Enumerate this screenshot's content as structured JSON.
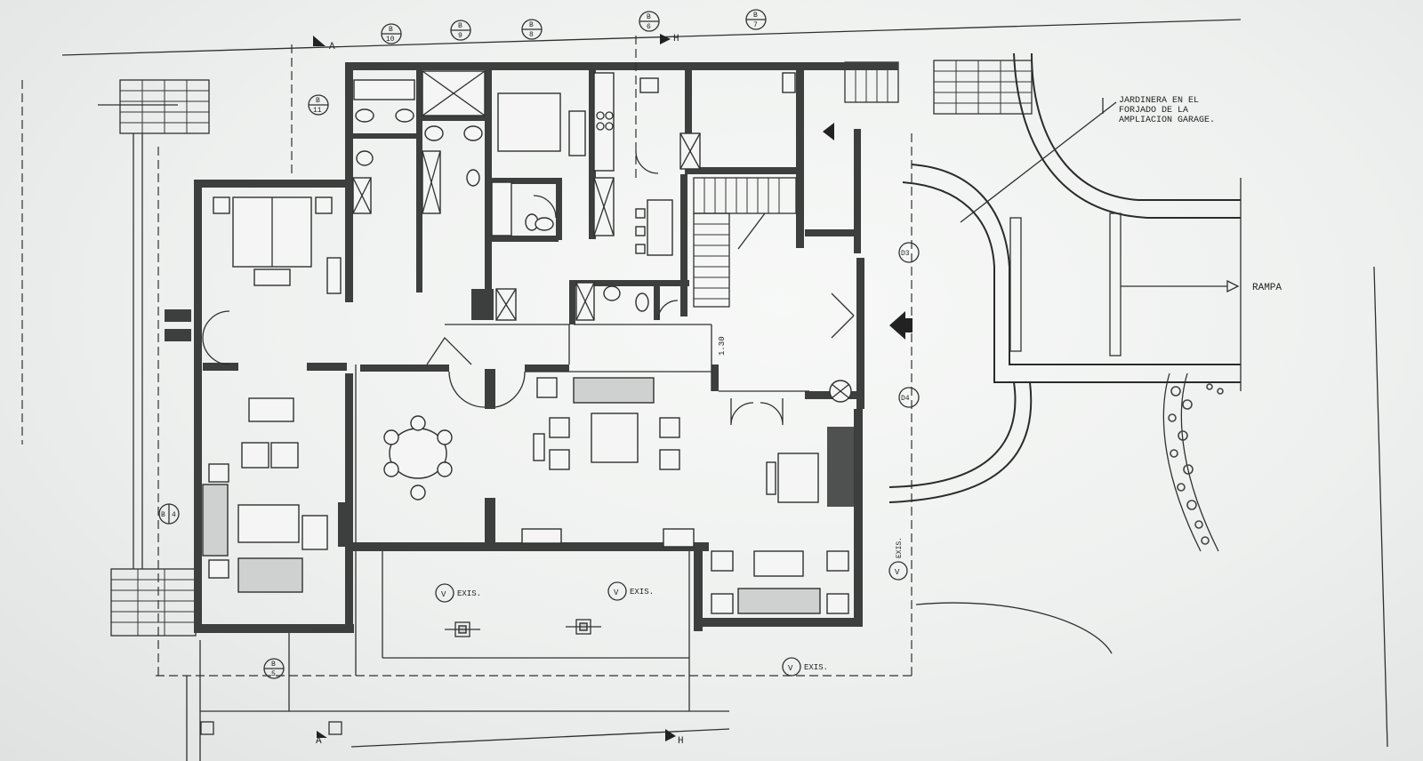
{
  "annotations": {
    "garage_note_line1": "JARDINERA EN EL",
    "garage_note_line2": "FORJADO DE LA",
    "garage_note_line3": "AMPLIACION GARAGE.",
    "ramp": "RAMPA",
    "height_mark": "1.30"
  },
  "sections": {
    "a_top": "A",
    "a_bottom": "A",
    "h_top": "H",
    "h_bottom": "H"
  },
  "grid_markers": {
    "b10": {
      "top": "B",
      "bottom": "10"
    },
    "b9": {
      "top": "B",
      "bottom": "9"
    },
    "b8": {
      "top": "B",
      "bottom": "8"
    },
    "b6": {
      "top": "B",
      "bottom": "6"
    },
    "b7": {
      "top": "B",
      "bottom": "7"
    },
    "b11": {
      "top": "B",
      "bottom": "11"
    },
    "b5": {
      "top": "B",
      "bottom": "5"
    },
    "b4": {
      "top": "B",
      "bottom": "4"
    },
    "d3": "D3",
    "d4": "D4"
  },
  "existing_columns": {
    "exis_1": "EXIS.",
    "exis_2": "EXIS.",
    "exis_3": "EXIS.",
    "exis_4": "EXIS.",
    "marker": "V"
  }
}
